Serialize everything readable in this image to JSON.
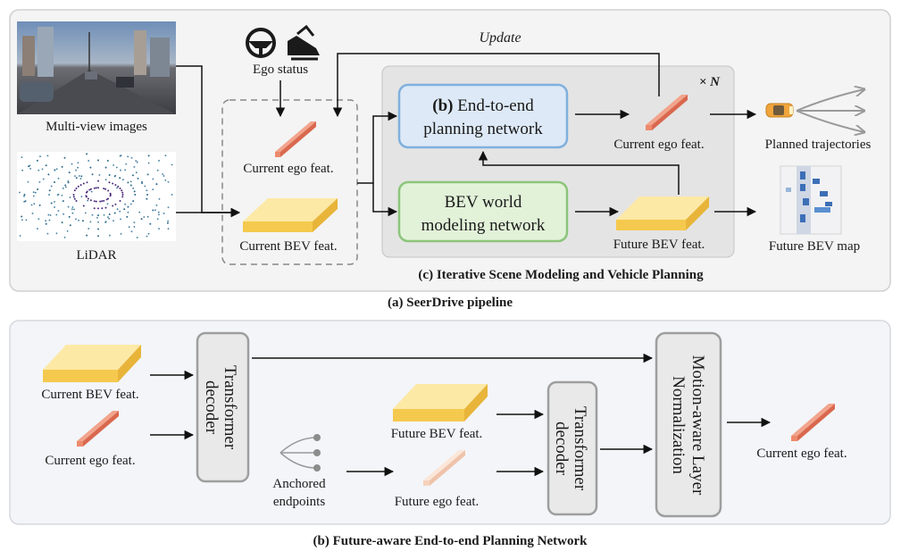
{
  "top": {
    "inputs": {
      "multiview": "Multi-view images",
      "lidar": "LiDAR",
      "ego_status": "Ego status"
    },
    "current": {
      "ego_feat": "Current ego feat.",
      "bev_feat": "Current BEV feat."
    },
    "iterative": {
      "update": "Update",
      "times": "× N",
      "planning_net_b": "(b)",
      "planning_net_l1": "End-to-end",
      "planning_net_l2": "planning network",
      "world_net_l1": "BEV world",
      "world_net_l2": "modeling network",
      "cur_ego": "Current ego feat.",
      "fut_bev": "Future BEV feat.",
      "title": "(c) Iterative Scene Modeling and Vehicle Planning"
    },
    "outputs": {
      "planned": "Planned trajectories",
      "future_map": "Future BEV map"
    },
    "caption": "(a) SeerDrive pipeline"
  },
  "bottom": {
    "cur_bev": "Current BEV feat.",
    "cur_ego": "Current ego feat.",
    "decoder1_l1": "Transformer",
    "decoder1_l2": "decoder",
    "anchored_l1": "Anchored",
    "anchored_l2": "endpoints",
    "fut_bev": "Future BEV feat.",
    "fut_ego": "Future ego feat.",
    "decoder2_l1": "Transformer",
    "decoder2_l2": "decoder",
    "norm_l1": "Motion-aware Layer",
    "norm_l2": "Normalization",
    "out_ego": "Current ego feat.",
    "caption": "(b) Future-aware End-to-end Planning Network"
  },
  "colors": {
    "bev_fill": "#fbe08a",
    "ego_fill": "#ee8a6d",
    "fut_ego_fill": "#f8d9c7",
    "planning_box": "#dde9f6",
    "planning_border": "#7fb0de",
    "world_box": "#e2f2d9",
    "world_border": "#8cc57a",
    "decoder_fill": "#e9e9e9"
  }
}
